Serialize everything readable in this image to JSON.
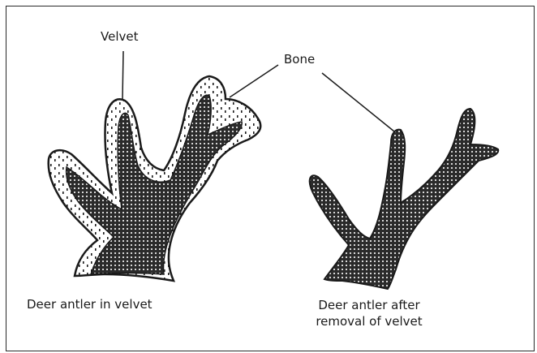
{
  "labels": {
    "velvet": "Velvet",
    "bone": "Bone",
    "caption_left": "Deer antler in velvet",
    "caption_right_line1": "Deer antler after",
    "caption_right_line2": "removal of velvet"
  },
  "colors": {
    "ink": "#1a1a1a",
    "bone_fill": "#2b2b2b",
    "velvet_fill": "#ffffff",
    "border": "#2a2a2a"
  }
}
